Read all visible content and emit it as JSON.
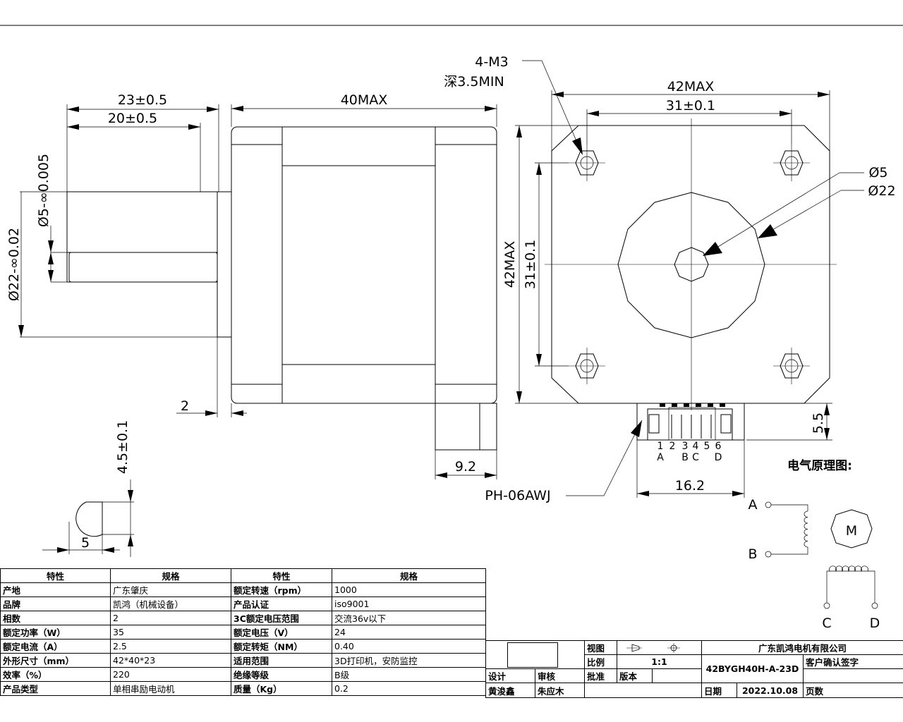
{
  "dims": {
    "shaft_len": "23±0.5",
    "flat_len": "20±0.5",
    "body_len": "40MAX",
    "shaft_dia": "Ø5-∞0.005",
    "boss_dia": "Ø22-∞0.02",
    "boss_height": "2",
    "flat_h": "4.5±0.1",
    "flat_w": "5",
    "connector_offset": "9.2",
    "connector": "PH-06AWJ",
    "screws_1": "4-M3",
    "screws_2": "深3.5MIN",
    "width_max": "42MAX",
    "hole_pitch_h": "31±0.1",
    "height_max": "42MAX",
    "hole_pitch_v": "31±0.1",
    "d5": "Ø5",
    "d22": "Ø22",
    "conn_h": "5.5",
    "conn_w": "16.2"
  },
  "pins": {
    "numbers": [
      "1",
      "2",
      "3",
      "4",
      "5",
      "6"
    ],
    "letters": [
      "A",
      "B",
      "C",
      "D"
    ]
  },
  "schematic": {
    "title": "电气原理图:",
    "a": "A",
    "b": "B",
    "c": "C",
    "d": "D",
    "m": "M"
  },
  "spec_table": {
    "headers": [
      "特性",
      "规格",
      "特性",
      "规格"
    ],
    "rows": [
      [
        "产地",
        "广东肇庆",
        "额定转速（rpm）",
        "1000"
      ],
      [
        "品牌",
        "凯鸿（机械设备）",
        "产品认证",
        "iso9001"
      ],
      [
        "相数",
        "2",
        "3C额定电压范围",
        "交流36v以下"
      ],
      [
        "额定功率（W）",
        "35",
        "额定电压（V）",
        "24"
      ],
      [
        "额定电流（A）",
        "2.5",
        "额定转矩（NM）",
        "0.40"
      ],
      [
        "外形尺寸（mm）",
        "42*40*23",
        "适用范围",
        "3D打印机，安防监控"
      ],
      [
        "效率（%）",
        "220",
        "绝缘等级",
        "B级"
      ],
      [
        "产品类型",
        "单相串励电动机",
        "质量（Kg）",
        "0.2"
      ]
    ]
  },
  "title_block": {
    "company": "广东凯鸿电机有限公司",
    "view": "视图",
    "scale_label": "比例",
    "scale": "1:1",
    "model": "42BYGH40H-A-23D",
    "customer": "客户确认签字",
    "design": "设计",
    "review": "审核",
    "approve": "批准",
    "version": "版本",
    "designer": "黄浚鑫",
    "reviewer": "朱应木",
    "date_label": "日期",
    "date": "2022.10.08",
    "pages": "页数"
  }
}
